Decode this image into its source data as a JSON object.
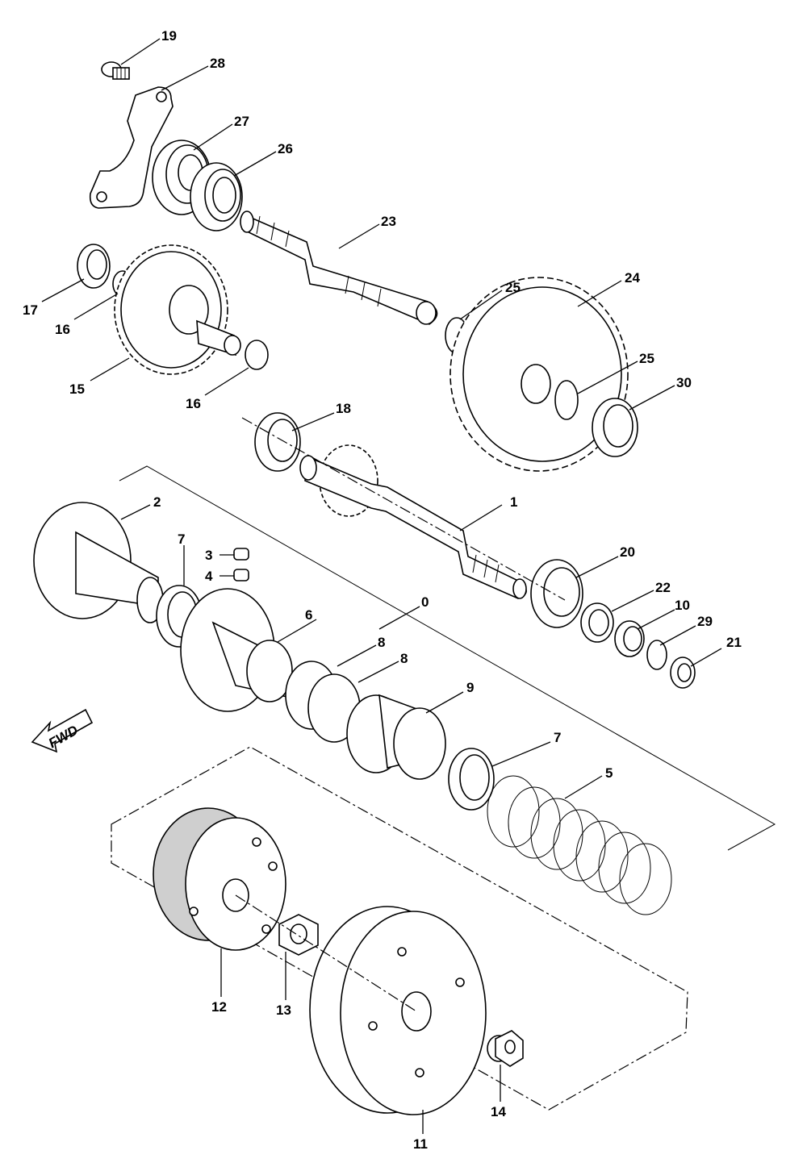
{
  "arrow": {
    "text": "FWD"
  },
  "callouts": [
    {
      "id": "c19",
      "text": "19"
    },
    {
      "id": "c28",
      "text": "28"
    },
    {
      "id": "c27",
      "text": "27"
    },
    {
      "id": "c26",
      "text": "26"
    },
    {
      "id": "c23",
      "text": "23"
    },
    {
      "id": "c17",
      "text": "17"
    },
    {
      "id": "c16a",
      "text": "16"
    },
    {
      "id": "c15",
      "text": "15"
    },
    {
      "id": "c16b",
      "text": "16"
    },
    {
      "id": "c25a",
      "text": "25"
    },
    {
      "id": "c24",
      "text": "24"
    },
    {
      "id": "c25b",
      "text": "25"
    },
    {
      "id": "c30",
      "text": "30"
    },
    {
      "id": "c18",
      "text": "18"
    },
    {
      "id": "c2",
      "text": "2"
    },
    {
      "id": "c1",
      "text": "1"
    },
    {
      "id": "c7a",
      "text": "7"
    },
    {
      "id": "c3",
      "text": "3"
    },
    {
      "id": "c4",
      "text": "4"
    },
    {
      "id": "c20",
      "text": "20"
    },
    {
      "id": "c22",
      "text": "22"
    },
    {
      "id": "c6",
      "text": "6"
    },
    {
      "id": "c0",
      "text": "0"
    },
    {
      "id": "c10",
      "text": "10"
    },
    {
      "id": "c29",
      "text": "29"
    },
    {
      "id": "c8a",
      "text": "8"
    },
    {
      "id": "c8b",
      "text": "8"
    },
    {
      "id": "c21",
      "text": "21"
    },
    {
      "id": "c9",
      "text": "9"
    },
    {
      "id": "c7b",
      "text": "7"
    },
    {
      "id": "c5",
      "text": "5"
    },
    {
      "id": "c12",
      "text": "12"
    },
    {
      "id": "c13",
      "text": "13"
    },
    {
      "id": "c14",
      "text": "14"
    },
    {
      "id": "c11",
      "text": "11"
    }
  ]
}
